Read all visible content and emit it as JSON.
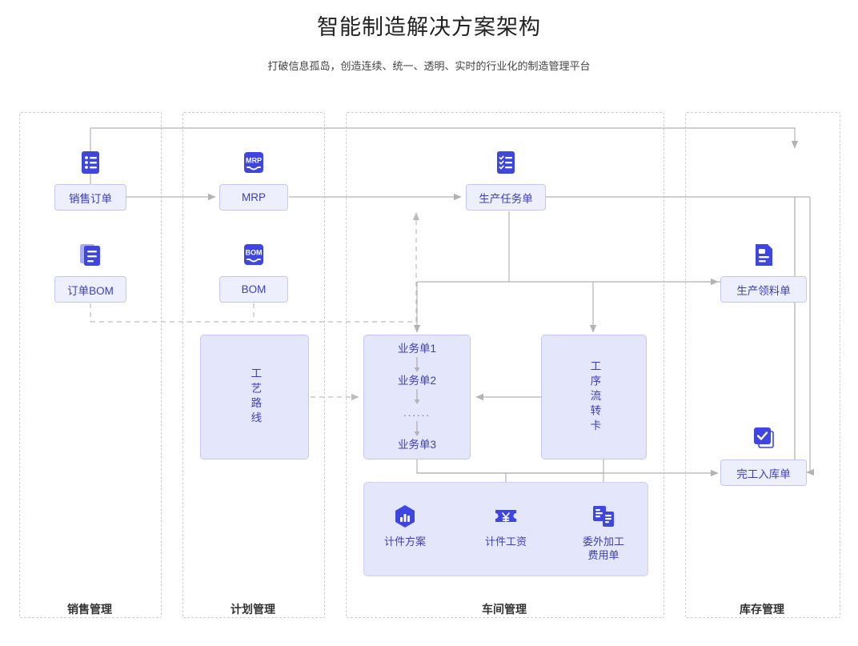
{
  "header": {
    "title": "智能制造解决方案架构",
    "subtitle": "打破信息孤岛，创造连续、统一、透明、实时的行业化的制造管理平台"
  },
  "colors": {
    "brand_blue": "#3d46e0",
    "node_fill": "#edeffd",
    "node_border": "#c3c8f2",
    "panel_fill": "#e4e7fb",
    "text_blue": "#3d3fb5",
    "wire_gray": "#b0b0b0",
    "lane_dash": "#cfcfcf"
  },
  "lanes": [
    {
      "id": "sales",
      "label": "销售管理"
    },
    {
      "id": "planning",
      "label": "计划管理"
    },
    {
      "id": "workshop",
      "label": "车间管理"
    },
    {
      "id": "inventory",
      "label": "库存管理"
    }
  ],
  "nodes": [
    {
      "id": "sales-order",
      "label": "销售订单",
      "icon": "list-document-icon"
    },
    {
      "id": "order-bom",
      "label": "订单BOM",
      "icon": "stacked-document-icon"
    },
    {
      "id": "mrp",
      "label": "MRP",
      "icon": "mrp-badge-icon"
    },
    {
      "id": "bom",
      "label": "BOM",
      "icon": "bom-badge-icon"
    },
    {
      "id": "production-task",
      "label": "生产任务单",
      "icon": "checklist-document-icon"
    },
    {
      "id": "process-route",
      "label": "工艺路线",
      "icon": ""
    },
    {
      "id": "process-transfer",
      "label": "工序流转卡",
      "icon": ""
    },
    {
      "id": "material-requisition",
      "label": "生产领料单",
      "icon": "file-lines-icon"
    },
    {
      "id": "finished-receipt",
      "label": "完工入库单",
      "icon": "check-stack-icon"
    }
  ],
  "business_chain": {
    "items": [
      "业务单1",
      "业务单2",
      "......",
      "业务单3"
    ]
  },
  "bottom_panel": {
    "items": [
      {
        "id": "piece-plan",
        "label": "计件方案",
        "icon": "hexagon-chart-icon"
      },
      {
        "id": "piece-wage",
        "label": "计件工资",
        "icon": "ticket-yuan-icon"
      },
      {
        "id": "outsourcing-fee",
        "label": "委外加工\n费用单",
        "label_line1": "委外加工",
        "label_line2": "费用单",
        "icon": "documents-icon"
      }
    ]
  }
}
